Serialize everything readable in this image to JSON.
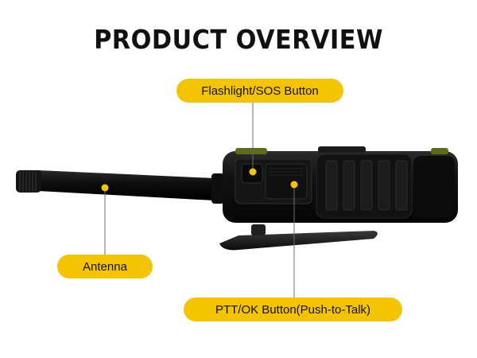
{
  "title": "PRODUCT OVERVIEW",
  "callouts": {
    "flashlight": "Flashlight/SOS Button",
    "antenna": "Antenna",
    "ptt": "PTT/OK Button(Push-to-Talk)"
  },
  "colors": {
    "label_bg": "#f5c400",
    "dot": "#f5c400",
    "leader_line": "#6b6b6b",
    "device_body": "#0d0d0d",
    "accent_green": "#5d6b1c"
  }
}
